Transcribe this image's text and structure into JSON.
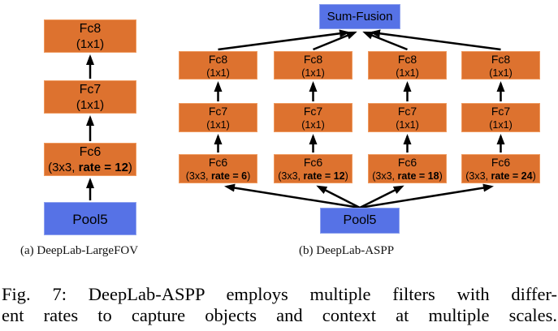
{
  "figure": {
    "colors": {
      "node_orange": "#DD722F",
      "node_blue": "#5672E6",
      "arrow_black": "#000000"
    },
    "panel_a": {
      "caption": "(a) DeepLab-LargeFOV",
      "fc8": {
        "name": "Fc8",
        "detail": "(1x1)"
      },
      "fc7": {
        "name": "Fc7",
        "detail": "(1x1)"
      },
      "fc6": {
        "name": "Fc6",
        "detail_prefix": "(3x3, ",
        "detail_rate": "rate = 12",
        "detail_suffix": ")"
      },
      "pool_label": "Pool5"
    },
    "panel_b": {
      "caption": "(b) DeepLab-ASPP",
      "fusion_label": "Sum-Fusion",
      "pool_label": "Pool5",
      "branches": [
        {
          "fc8_name": "Fc8",
          "fc8_detail": "(1x1)",
          "fc7_name": "Fc7",
          "fc7_detail": "(1x1)",
          "fc6_name": "Fc6",
          "fc6_prefix": "(3x3, ",
          "fc6_rate": "rate = 6",
          "fc6_suffix": ")"
        },
        {
          "fc8_name": "Fc8",
          "fc8_detail": "(1x1)",
          "fc7_name": "Fc7",
          "fc7_detail": "(1x1)",
          "fc6_name": "Fc6",
          "fc6_prefix": "(3x3, ",
          "fc6_rate": "rate = 12",
          "fc6_suffix": ")"
        },
        {
          "fc8_name": "Fc8",
          "fc8_detail": "(1x1)",
          "fc7_name": "Fc7",
          "fc7_detail": "(1x1)",
          "fc6_name": "Fc6",
          "fc6_prefix": "(3x3, ",
          "fc6_rate": "rate = 18",
          "fc6_suffix": ")"
        },
        {
          "fc8_name": "Fc8",
          "fc8_detail": "(1x1)",
          "fc7_name": "Fc7",
          "fc7_detail": "(1x1)",
          "fc6_name": "Fc6",
          "fc6_prefix": "(3x3, ",
          "fc6_rate": "rate = 24",
          "fc6_suffix": ")"
        }
      ]
    },
    "caption_line1": "Fig. 7: DeepLab-ASPP employs multiple filters with differ-",
    "caption_line2": "ent rates to capture objects and context at multiple scales."
  }
}
